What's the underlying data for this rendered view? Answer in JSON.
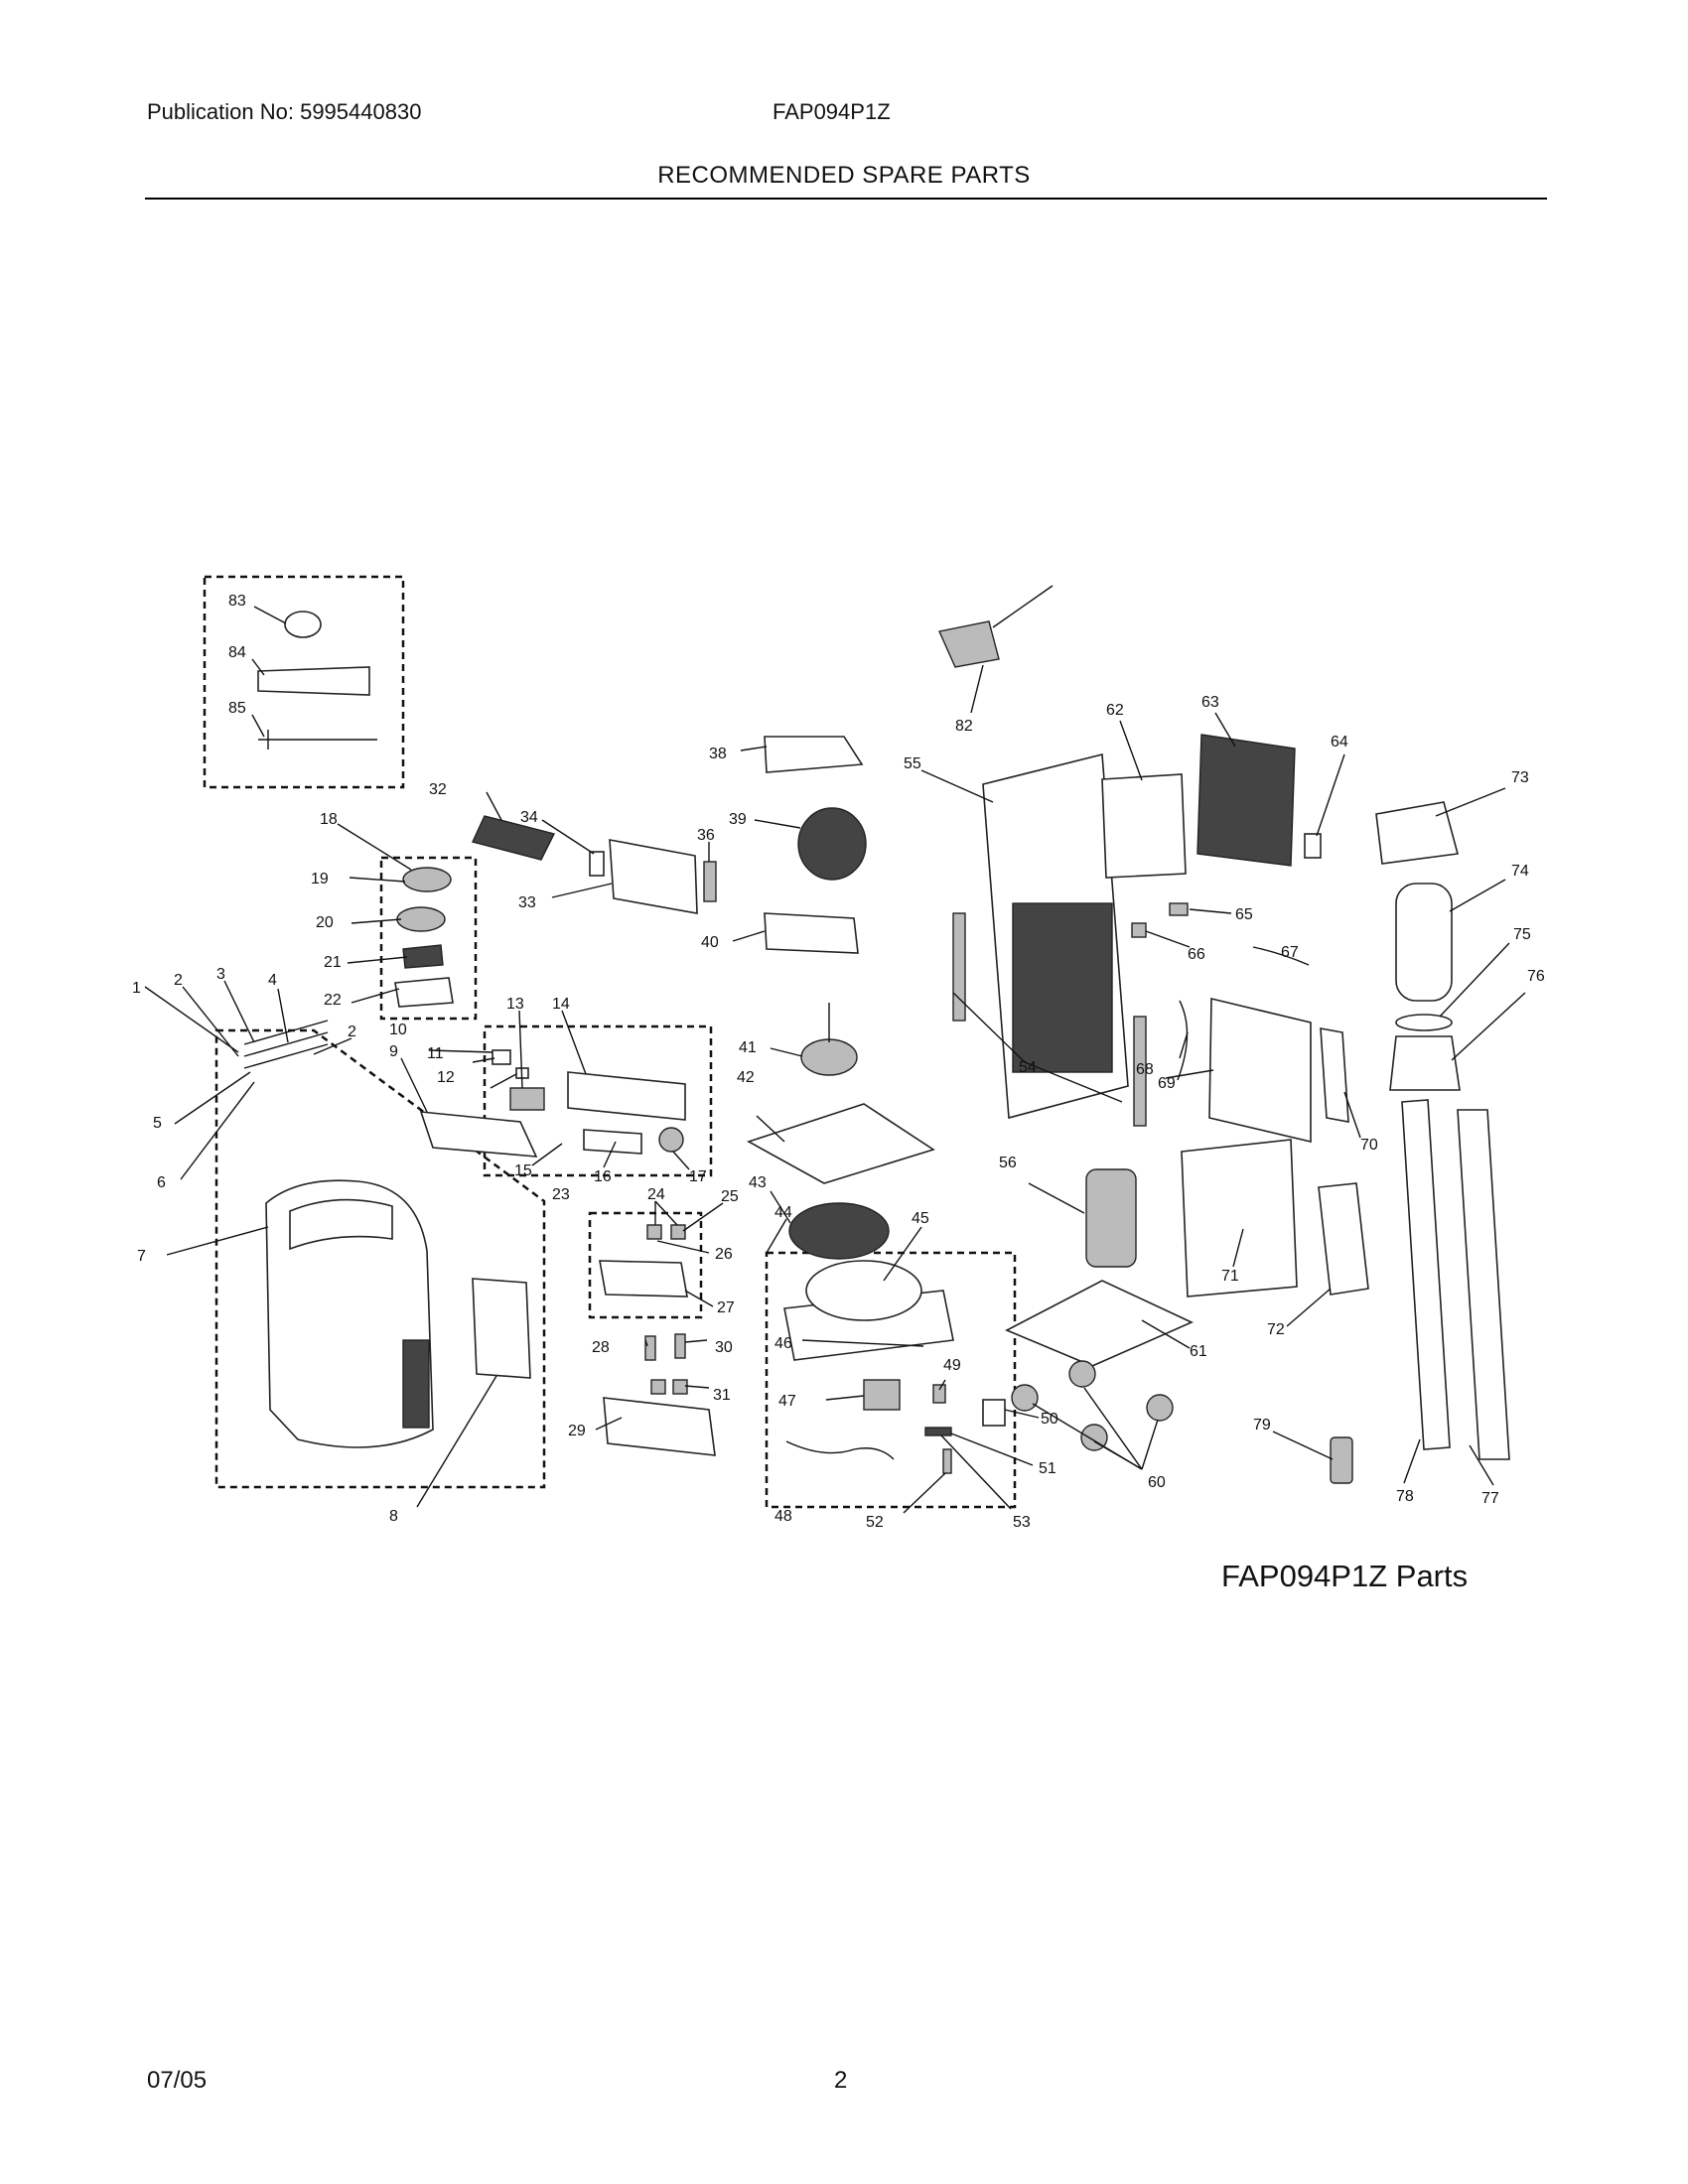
{
  "header": {
    "publication": "Publication No: 5995440830",
    "model": "FAP094P1Z",
    "title": "RECOMMENDED SPARE PARTS"
  },
  "footer": {
    "date": "07/05",
    "page": "2"
  },
  "diagram": {
    "caption": "FAP094P1Z Parts",
    "callouts": [
      "1",
      "2",
      "3",
      "4",
      "5",
      "6",
      "7",
      "8",
      "9",
      "10",
      "11",
      "12",
      "13",
      "14",
      "15",
      "16",
      "17",
      "18",
      "19",
      "20",
      "21",
      "22",
      "23",
      "24",
      "25",
      "26",
      "27",
      "28",
      "29",
      "30",
      "31",
      "32",
      "33",
      "34",
      "36",
      "38",
      "39",
      "40",
      "41",
      "42",
      "43",
      "44",
      "45",
      "46",
      "47",
      "48",
      "49",
      "50",
      "51",
      "52",
      "53",
      "54",
      "55",
      "56",
      "60",
      "61",
      "62",
      "63",
      "64",
      "65",
      "66",
      "67",
      "68",
      "69",
      "70",
      "71",
      "72",
      "73",
      "74",
      "75",
      "76",
      "77",
      "78",
      "79",
      "82",
      "83",
      "84",
      "85"
    ]
  }
}
